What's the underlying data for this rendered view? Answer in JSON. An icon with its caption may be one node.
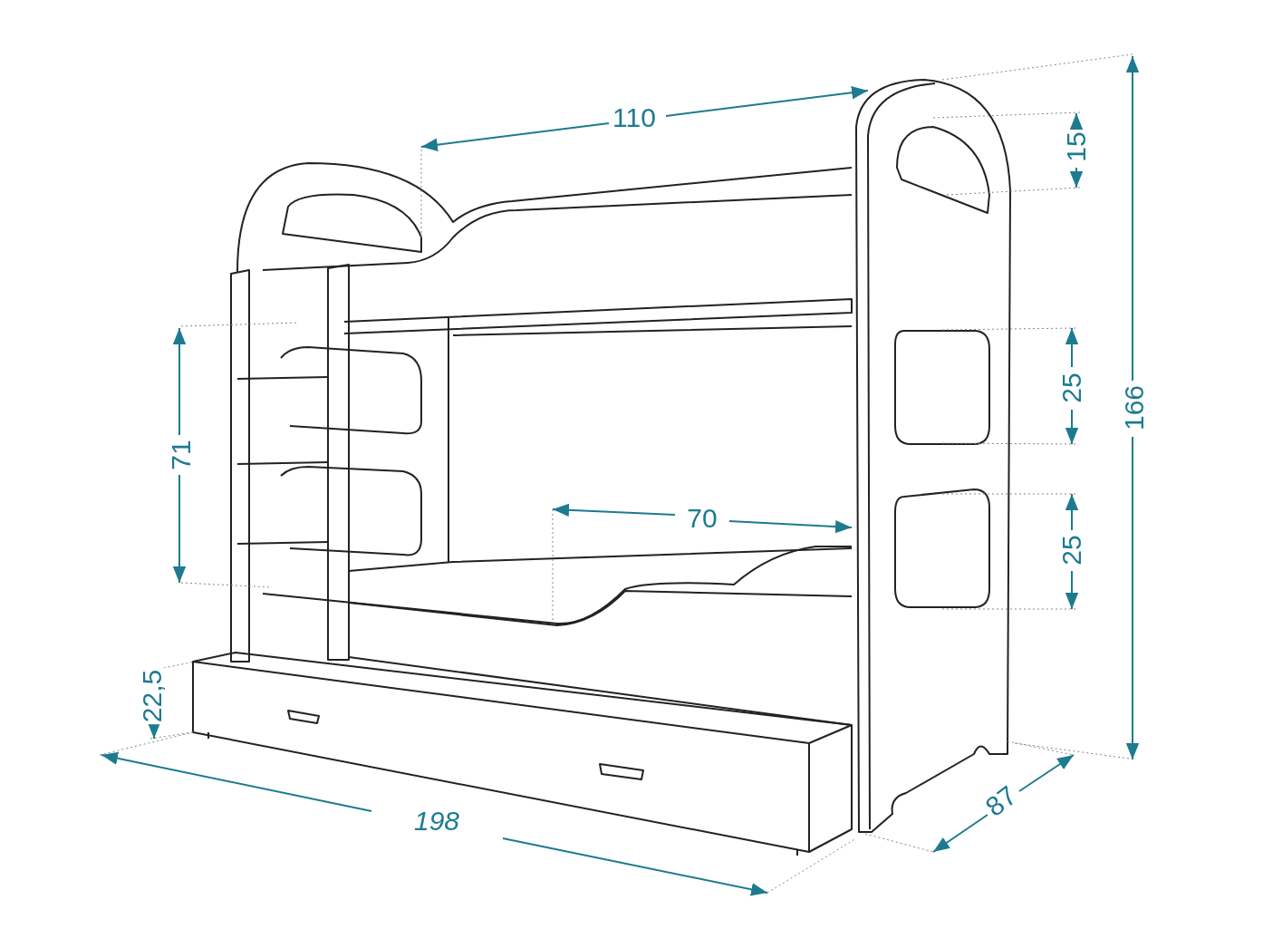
{
  "diagram": {
    "labels": [
      "110",
      "15",
      "25",
      "166",
      "71",
      "70",
      "25",
      "22,5",
      "198",
      "87"
    ]
  }
}
